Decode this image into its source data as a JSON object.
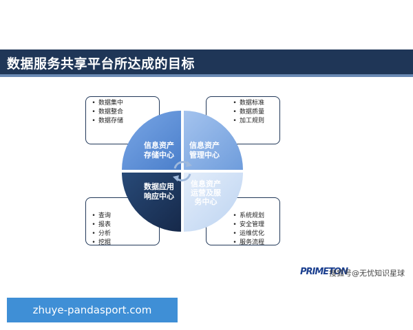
{
  "header": {
    "title": "数据服务共享平台所达成的目标"
  },
  "diagram": {
    "quadrants": [
      {
        "id": "storage",
        "label_lines": [
          "信息资产",
          "存储中心"
        ],
        "color": "#5b8fd6",
        "text_color": "#ffffff"
      },
      {
        "id": "management",
        "label_lines": [
          "信息资产",
          "管理中心"
        ],
        "color": "#86b0e4",
        "text_color": "#ffffff"
      },
      {
        "id": "application",
        "label_lines": [
          "数据应用",
          "响应中心"
        ],
        "color": "#1f3657",
        "text_color": "#ffffff"
      },
      {
        "id": "operations",
        "label_lines": [
          "信息资产",
          "运营及服",
          "务中心"
        ],
        "color": "#cfe0f6",
        "text_color": "#ffffff"
      }
    ],
    "boxes": {
      "top_left": [
        "数据集中",
        "数据整合",
        "数据存储"
      ],
      "top_right": [
        "数据标准",
        "数据质量",
        "加工规则"
      ],
      "bottom_left": [
        "查询",
        "报表",
        "分析",
        "挖掘"
      ],
      "bottom_right": [
        "系统规划",
        "安全管理",
        "运维优化",
        "服务流程"
      ]
    }
  },
  "watermark": {
    "left": "PRIMETON",
    "right": "搜狐号@无忧知识星球"
  },
  "banner": {
    "url": "zhuye-pandasport.com"
  },
  "colors": {
    "title_bar": "#1f3657",
    "banner": "#3f8fd6"
  }
}
